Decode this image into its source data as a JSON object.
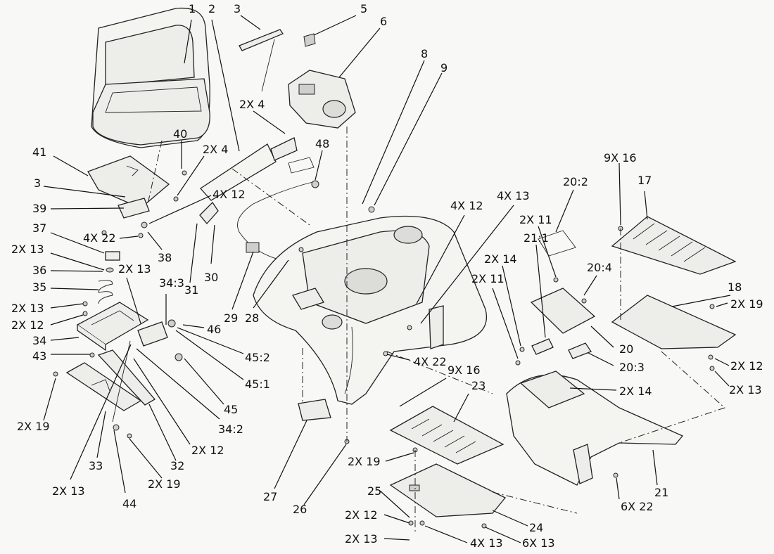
{
  "labels": [
    "1",
    "2",
    "3",
    "5",
    "6",
    "8",
    "9",
    "2X 4",
    "40",
    "2X 4",
    "48",
    "41",
    "3",
    "39",
    "4X 12",
    "37",
    "4X 22",
    "38",
    "2X 13",
    "36",
    "35",
    "2X 13",
    "2X 12",
    "34",
    "43",
    "2X 13",
    "34:3",
    "31",
    "30",
    "29",
    "28",
    "4X 12",
    "4X 13",
    "20:2",
    "2X 11",
    "9X 16",
    "17",
    "21:1",
    "2X 14",
    "2X 11",
    "20:4",
    "18",
    "2X 19",
    "46",
    "45:2",
    "45:1",
    "45",
    "34:2",
    "2X 12",
    "32",
    "33",
    "44",
    "2X 19",
    "2X 19",
    "2X 13",
    "4X 22",
    "9X 16",
    "23",
    "20",
    "20:3",
    "2X 14",
    "2X 12",
    "2X 13",
    "27",
    "26",
    "2X 19",
    "25",
    "2X 12",
    "2X 13",
    "4X 13",
    "6X 13",
    "24",
    "6X 22",
    "21"
  ]
}
